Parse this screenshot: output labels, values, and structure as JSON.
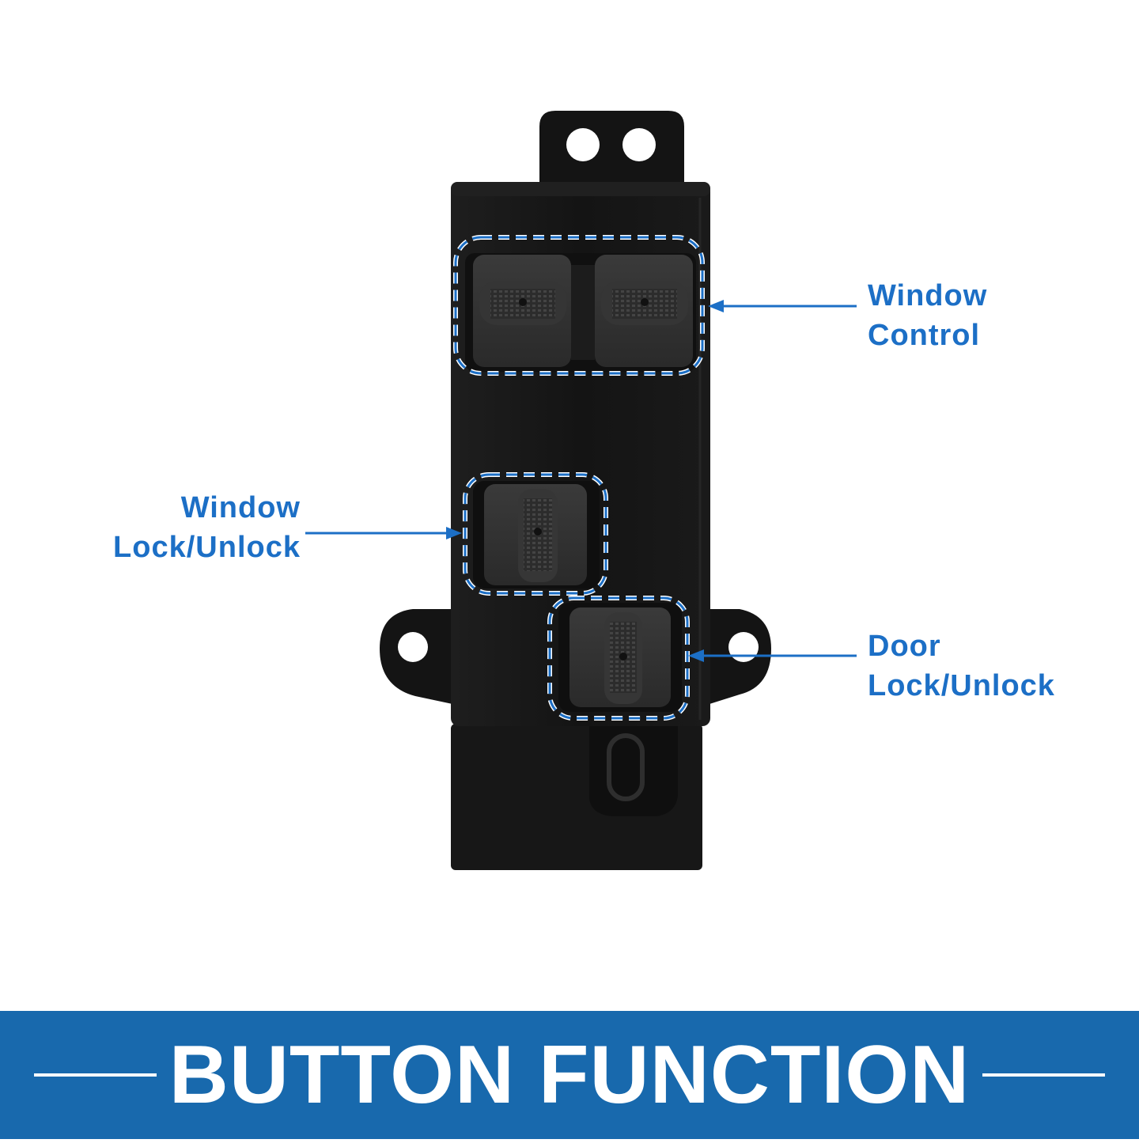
{
  "colors": {
    "accent": "#1c6fc6",
    "banner": "#1869ad",
    "device": "#161616",
    "background": "#ffffff"
  },
  "callouts": {
    "window_control": {
      "line1": "Window",
      "line2": "Control"
    },
    "window_lock": {
      "line1": "Window",
      "line2": "Lock/Unlock"
    },
    "door_lock": {
      "line1": "Door",
      "line2": "Lock/Unlock"
    }
  },
  "banner": {
    "title": "BUTTON FUNCTION"
  }
}
